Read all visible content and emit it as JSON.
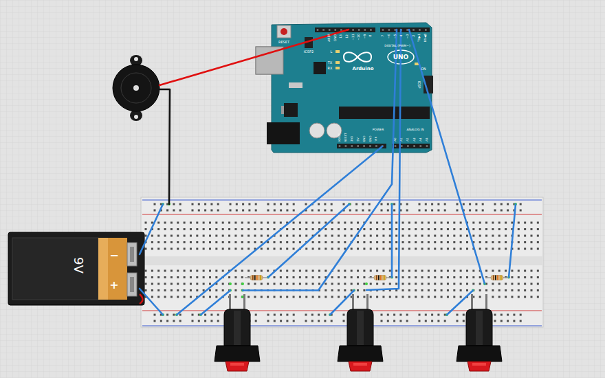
{
  "diagram": {
    "labels": [
      "RESET",
      "ICSP2",
      "AREF",
      "GND",
      "13",
      "12",
      "~11",
      "~10",
      "~9",
      "8",
      "7",
      "~6",
      "~5",
      "4",
      "~3",
      "2",
      "TX▶1",
      "RX◀0",
      "DIGITAL (PWM~)",
      "L",
      "TX",
      "RX",
      "Arduino",
      "UNO",
      "ON",
      "ICSP",
      "IOREF",
      "RESET",
      "3V3",
      "5V",
      "GND",
      "GND",
      "VIN",
      "A0",
      "A1",
      "A2",
      "A3",
      "A4",
      "A5",
      "POWER",
      "ANALOG IN",
      "9V",
      "−",
      "+"
    ]
  }
}
